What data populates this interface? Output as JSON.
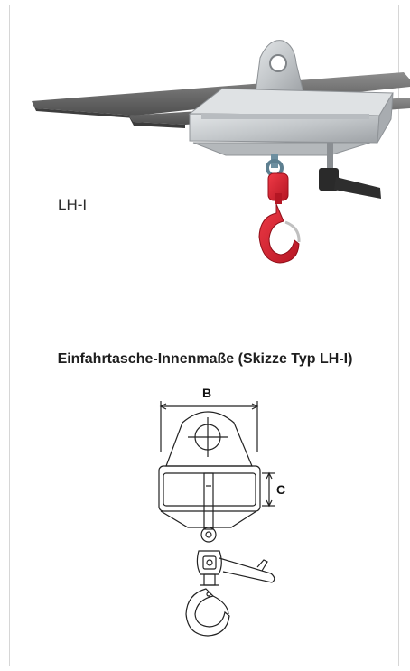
{
  "product": {
    "label": "LH-I",
    "image_name": "fork-lift-load-hook-photo"
  },
  "sketch": {
    "title": "Einfahrtasche-Innenmaße (Skizze Typ LH-I)",
    "dimension_b": "B",
    "dimension_c": "C"
  },
  "colors": {
    "hook": "#d32331",
    "steel": "#c9cdd1",
    "forks": "#7a7a7a"
  }
}
